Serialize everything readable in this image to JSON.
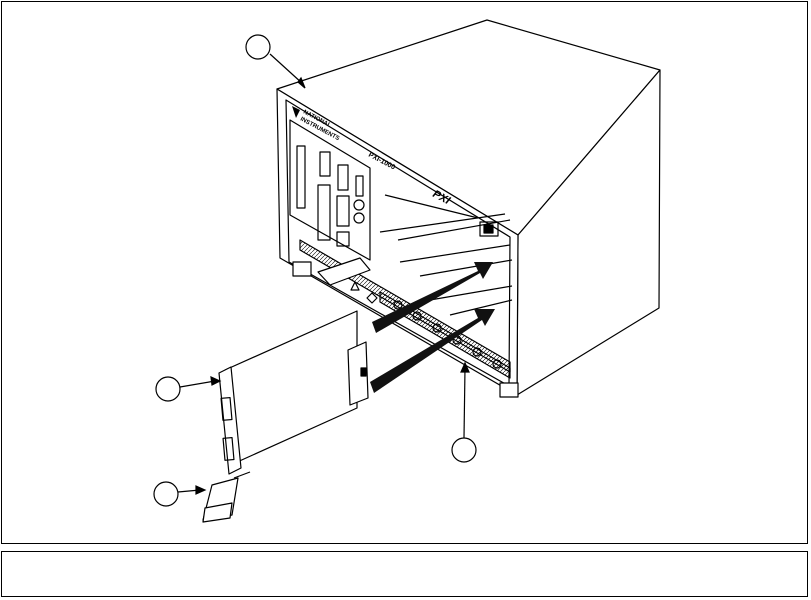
{
  "figure": {
    "logo_line1": "NATIONAL",
    "logo_line2": "INSTRUMENTS",
    "controller_label": "PXI-1000",
    "chassis_label": "PXI"
  },
  "callouts": [
    {
      "id": "1",
      "label": ""
    },
    {
      "id": "2",
      "label": ""
    },
    {
      "id": "3",
      "label": ""
    },
    {
      "id": "4",
      "label": ""
    }
  ],
  "legend": {
    "text": ""
  },
  "colors": {
    "line": "#000000",
    "background": "#ffffff",
    "arrow": "#111111"
  }
}
